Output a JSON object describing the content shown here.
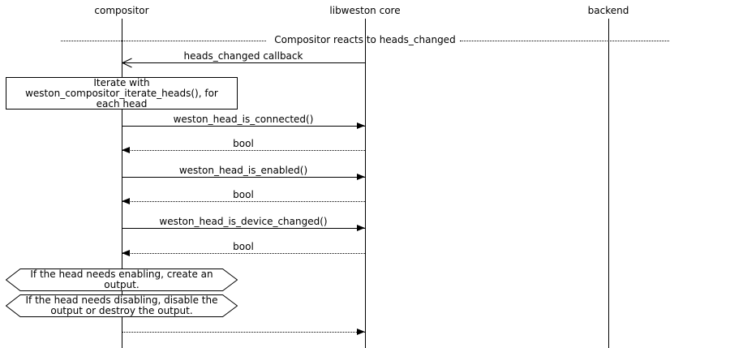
{
  "participants": [
    {
      "name": "compositor"
    },
    {
      "name": "libweston core"
    },
    {
      "name": "backend"
    }
  ],
  "divider": {
    "label": "Compositor reacts to heads_changed"
  },
  "messages": [
    {
      "label": "heads_changed callback",
      "from": "libweston core",
      "to": "compositor",
      "line": "solid",
      "arrowhead": "open"
    },
    {
      "label": "weston_head_is_connected()",
      "from": "compositor",
      "to": "libweston core",
      "line": "solid",
      "arrowhead": "filled"
    },
    {
      "label": "bool",
      "from": "libweston core",
      "to": "compositor",
      "line": "dotted",
      "arrowhead": "filled"
    },
    {
      "label": "weston_head_is_enabled()",
      "from": "compositor",
      "to": "libweston core",
      "line": "solid",
      "arrowhead": "filled"
    },
    {
      "label": "bool",
      "from": "libweston core",
      "to": "compositor",
      "line": "dotted",
      "arrowhead": "filled"
    },
    {
      "label": "weston_head_is_device_changed()",
      "from": "compositor",
      "to": "libweston core",
      "line": "solid",
      "arrowhead": "filled"
    },
    {
      "label": "bool",
      "from": "libweston core",
      "to": "compositor",
      "line": "dotted",
      "arrowhead": "filled"
    },
    {
      "label": "",
      "from": "compositor",
      "to": "libweston core",
      "line": "dotted",
      "arrowhead": "filled"
    }
  ],
  "notes": {
    "iterate": {
      "lines": [
        "Iterate with",
        "weston_compositor_iterate_heads(), for",
        "each head"
      ]
    },
    "enabling": {
      "lines": [
        "If the head needs enabling, create an",
        "output."
      ]
    },
    "disabling": {
      "lines": [
        "If the head needs disabling, disable the",
        "output or destroy the output."
      ]
    }
  }
}
